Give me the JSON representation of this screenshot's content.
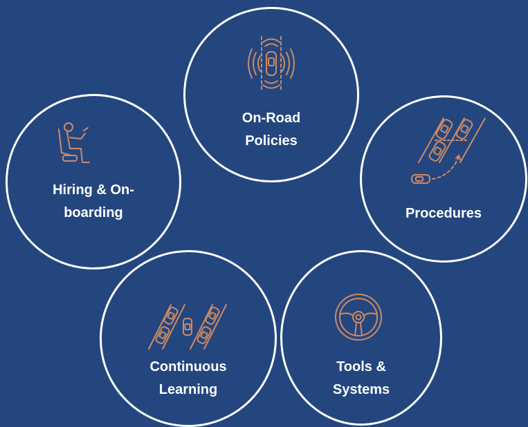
{
  "accent_color": "#cf8a64",
  "background_color": "#24467f",
  "stroke_color": "#ffffff",
  "nodes": [
    {
      "id": "on-road-policies",
      "icon": "car-sensor-waves-icon",
      "lines": [
        "On-Road",
        "Policies"
      ]
    },
    {
      "id": "hiring-onboarding",
      "icon": "seated-driver-icon",
      "lines": [
        "Hiring & On-",
        "boarding"
      ]
    },
    {
      "id": "procedures",
      "icon": "parking-maneuver-icon",
      "lines": [
        "Procedures"
      ]
    },
    {
      "id": "continuous-learning",
      "icon": "parking-lot-icon",
      "lines": [
        "Continuous",
        "Learning"
      ]
    },
    {
      "id": "tools-systems",
      "icon": "steering-wheel-icon",
      "lines": [
        "Tools &",
        "Systems"
      ]
    }
  ]
}
